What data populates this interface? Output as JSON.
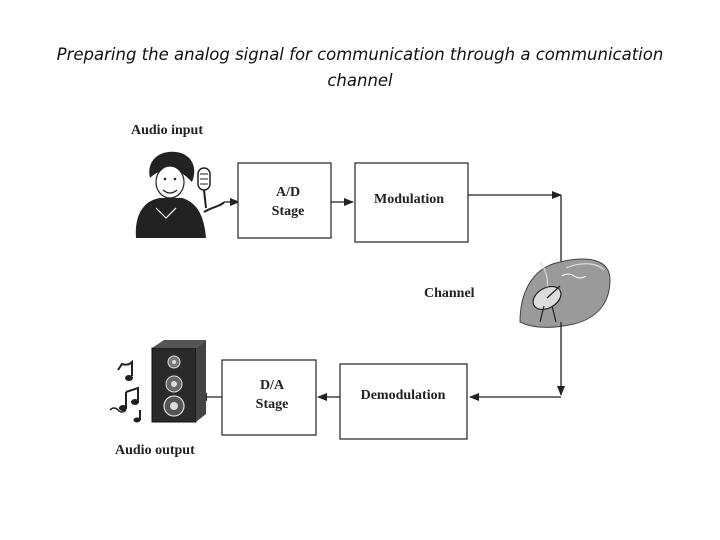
{
  "title": "Preparing the analog signal for communication through a communication channel",
  "labels": {
    "audio_input": "Audio input",
    "audio_output": "Audio output",
    "channel": "Channel"
  },
  "blocks": {
    "ad_line1": "A/D",
    "ad_line2": "Stage",
    "modulation": "Modulation",
    "demodulation": "Demodulation",
    "da_line1": "D/A",
    "da_line2": "Stage"
  },
  "icons": {
    "input": "singer-microphone-icon",
    "channel": "satellite-dish-icon",
    "output": "speaker-music-icon"
  }
}
